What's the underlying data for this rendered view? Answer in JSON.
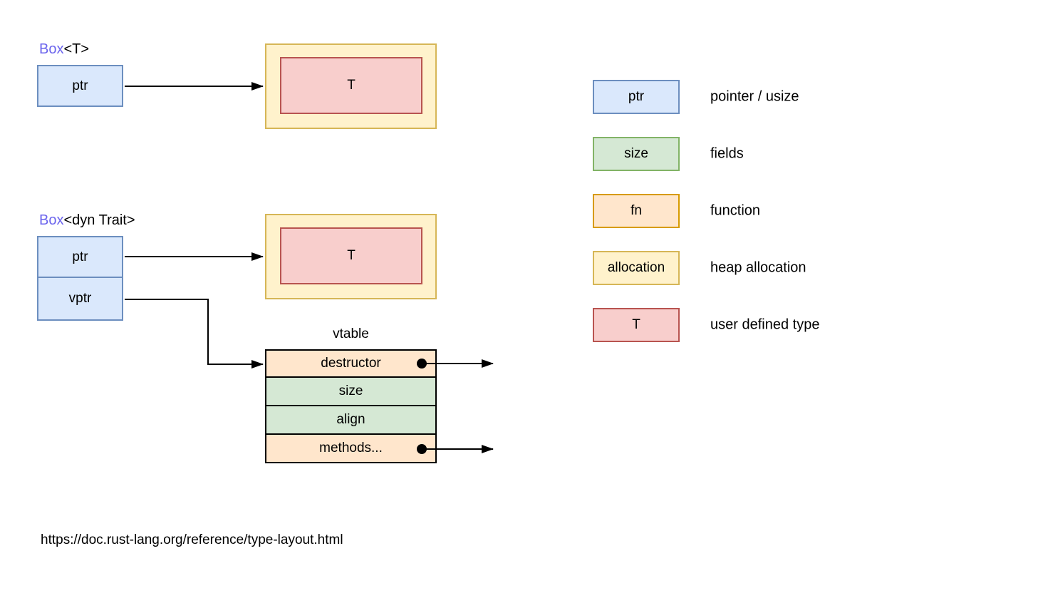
{
  "palette": {
    "blue_fill": "#dae8fc",
    "blue_stroke": "#6c8ebf",
    "green_fill": "#d5e8d4",
    "green_stroke": "#82b366",
    "orange_fill": "#ffe6cc",
    "orange_stroke": "#d79b00",
    "yellow_fill": "#fff2cc",
    "yellow_stroke": "#d6b656",
    "red_fill": "#f8cecc",
    "red_stroke": "#b85450",
    "box_keyword_color": "#6b64ed",
    "arrow_color": "#000000"
  },
  "diagram": {
    "box_t": {
      "title_keyword": "Box",
      "title_generic": "<T>",
      "ptr_label": "ptr",
      "alloc_value": "T"
    },
    "box_dyn": {
      "title_keyword": "Box",
      "title_generic": "<dyn Trait>",
      "ptr_label": "ptr",
      "vptr_label": "vptr",
      "alloc_value": "T"
    },
    "vtable": {
      "title": "vtable",
      "rows": [
        {
          "label": "destructor",
          "kind": "fn",
          "has_out_pointer": true
        },
        {
          "label": "size",
          "kind": "field",
          "has_out_pointer": false
        },
        {
          "label": "align",
          "kind": "field",
          "has_out_pointer": false
        },
        {
          "label": "methods...",
          "kind": "fn",
          "has_out_pointer": true
        }
      ]
    }
  },
  "legend": {
    "items": [
      {
        "swatch_label": "ptr",
        "color": "blue",
        "description": "pointer / usize"
      },
      {
        "swatch_label": "size",
        "color": "green",
        "description": "fields"
      },
      {
        "swatch_label": "fn",
        "color": "orange",
        "description": "function"
      },
      {
        "swatch_label": "allocation",
        "color": "yellow",
        "description": "heap allocation"
      },
      {
        "swatch_label": "T",
        "color": "red",
        "description": "user defined type"
      }
    ]
  },
  "footer": {
    "url": "https://doc.rust-lang.org/reference/type-layout.html"
  }
}
